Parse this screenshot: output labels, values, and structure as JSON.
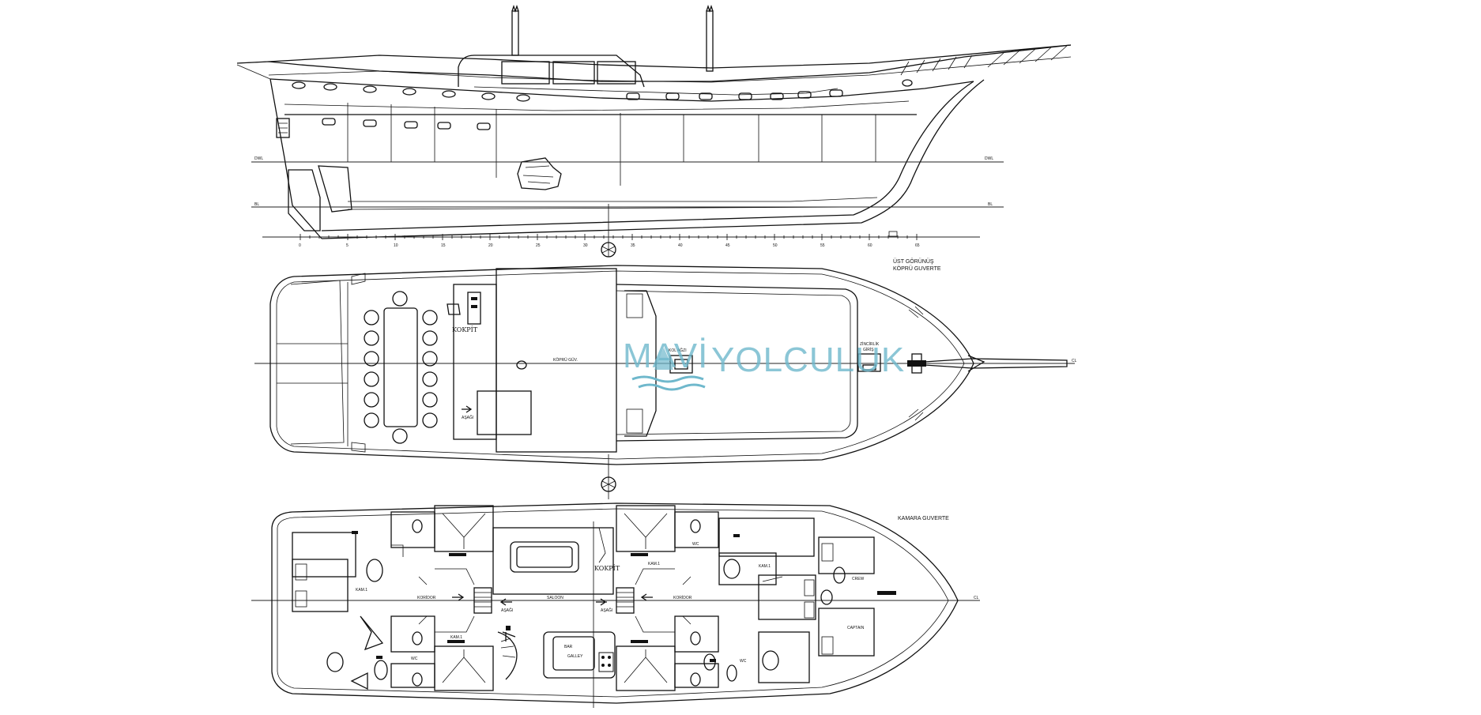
{
  "watermark": {
    "brand_a": "MAVİ",
    "brand_b": "YOLCULUK",
    "color": "#6fb8cc"
  },
  "profile": {
    "waterline_label_left": "DWL",
    "waterline_label_right": "DWL",
    "baseline_label_left": "BL",
    "baseline_label_right": "BL",
    "scale_ticks": [
      "0",
      "5",
      "10",
      "15",
      "20",
      "25",
      "30",
      "35",
      "40",
      "45",
      "50",
      "55",
      "60",
      "65"
    ]
  },
  "top_view": {
    "title_line1": "ÜST GÖRÜNÜŞ",
    "title_line2": "KÖPRÜ GUVERTE",
    "cockpit_label": "KOKPİT",
    "bridge_deck_label": "KÖPRÜ GÜV.",
    "stairs_down_label": "AŞAĞI",
    "sun_deck_label": "KOL AĞZI",
    "chain_locker_label_1": "ZİNCİRLİK",
    "chain_locker_label_2": "GİRİŞ",
    "centerline_label": "CL"
  },
  "cabin_deck": {
    "title": "KAMARA GUVERTE",
    "saloon_label": "SALOON",
    "corridor_left_label": "KORİDOR",
    "corridor_right_label": "KORİDOR",
    "cabin_label": "KAM.1",
    "wc_label": "WC",
    "galley_label": "GALLEY",
    "bar_label": "BAR",
    "cockpit_label": "KOKPİT",
    "crew_label": "CREW",
    "captain_label": "CAPTAIN",
    "stairs_down_label": "AŞAĞI",
    "centerline_label": "CL"
  }
}
